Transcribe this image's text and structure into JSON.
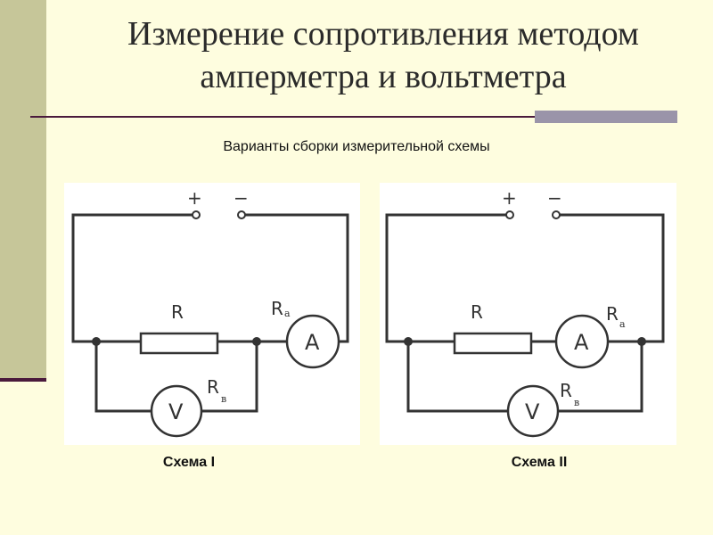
{
  "slide": {
    "title_line1": "Измерение сопротивления методом",
    "title_line2": "амперметра и вольтметра",
    "subtitle": "Варианты сборки измерительной схемы"
  },
  "colors": {
    "background": "#fefddf",
    "sidebar": "#c6c699",
    "rule": "#4a1a3c",
    "rule_accent": "#9a94a9",
    "wire": "#333333"
  },
  "schemes": [
    {
      "caption": "Схема I",
      "plus": "+",
      "minus": "−",
      "resistor_label": "R",
      "ammeter_label": "R",
      "ammeter_sub": "а",
      "voltmeter_label": "R",
      "voltmeter_sub": "в",
      "ammeter_symbol": "A",
      "voltmeter_symbol": "V"
    },
    {
      "caption": "Схема II",
      "plus": "+",
      "minus": "−",
      "resistor_label": "R",
      "ammeter_label": "R",
      "ammeter_sub": "а",
      "voltmeter_label": "R",
      "voltmeter_sub": "в",
      "ammeter_symbol": "A",
      "voltmeter_symbol": "V"
    }
  ]
}
